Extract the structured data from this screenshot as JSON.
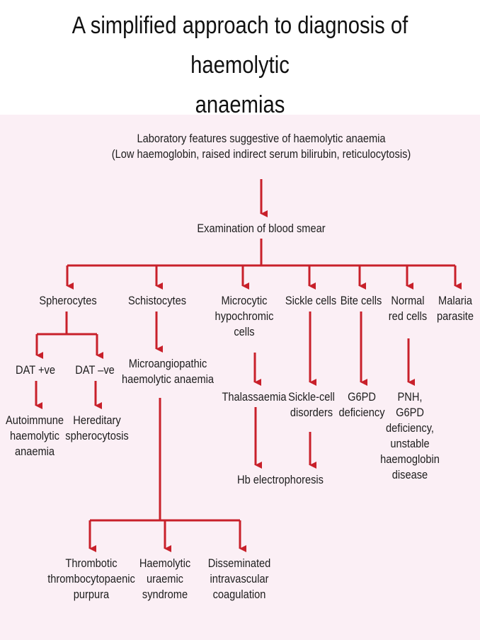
{
  "title": "A simplified approach to diagnosis of haemolytic\nanaemias",
  "colors": {
    "arrow": "#c8202a",
    "panel": "#fbeff5",
    "text": "#1d1d1d"
  },
  "nodes": {
    "lab_features": [
      "Laboratory features suggestive of haemolytic anaemia",
      "(Low haemoglobin, raised indirect serum bilirubin, reticulocytosis)"
    ],
    "blood_smear": [
      "Examination of blood smear"
    ],
    "spherocytes": [
      "Spherocytes"
    ],
    "schistocytes": [
      "Schistocytes"
    ],
    "microcytic": [
      "Microcytic",
      "hypochromic",
      "cells"
    ],
    "sickle_cells": [
      "Sickle cells"
    ],
    "bite_cells": [
      "Bite cells"
    ],
    "normal_cells": [
      "Normal",
      "red cells"
    ],
    "malaria": [
      "Malaria",
      "parasite"
    ],
    "dat_pos": [
      "DAT +ve"
    ],
    "dat_neg": [
      "DAT –ve"
    ],
    "autoimmune": [
      "Autoimmune",
      "haemolytic",
      "anaemia"
    ],
    "hereditary": [
      "Hereditary",
      "spherocytosis"
    ],
    "microangiopathic": [
      "Microangiopathic",
      "haemolytic anaemia"
    ],
    "thalassaemia": [
      "Thalassaemia"
    ],
    "sickle_disorders": [
      "Sickle-cell",
      "disorders"
    ],
    "g6pd": [
      "G6PD",
      "deficiency"
    ],
    "pnh": [
      "PNH,",
      "G6PD",
      "deficiency,",
      "unstable",
      "haemoglobin",
      "disease"
    ],
    "hb_electro": [
      "Hb electrophoresis"
    ],
    "ttp": [
      "Thrombotic",
      "thrombocytopaenic",
      "purpura"
    ],
    "hus": [
      "Haemolytic",
      "uraemic",
      "syndrome"
    ],
    "dic": [
      "Disseminated",
      "intravascular",
      "coagulation"
    ]
  }
}
